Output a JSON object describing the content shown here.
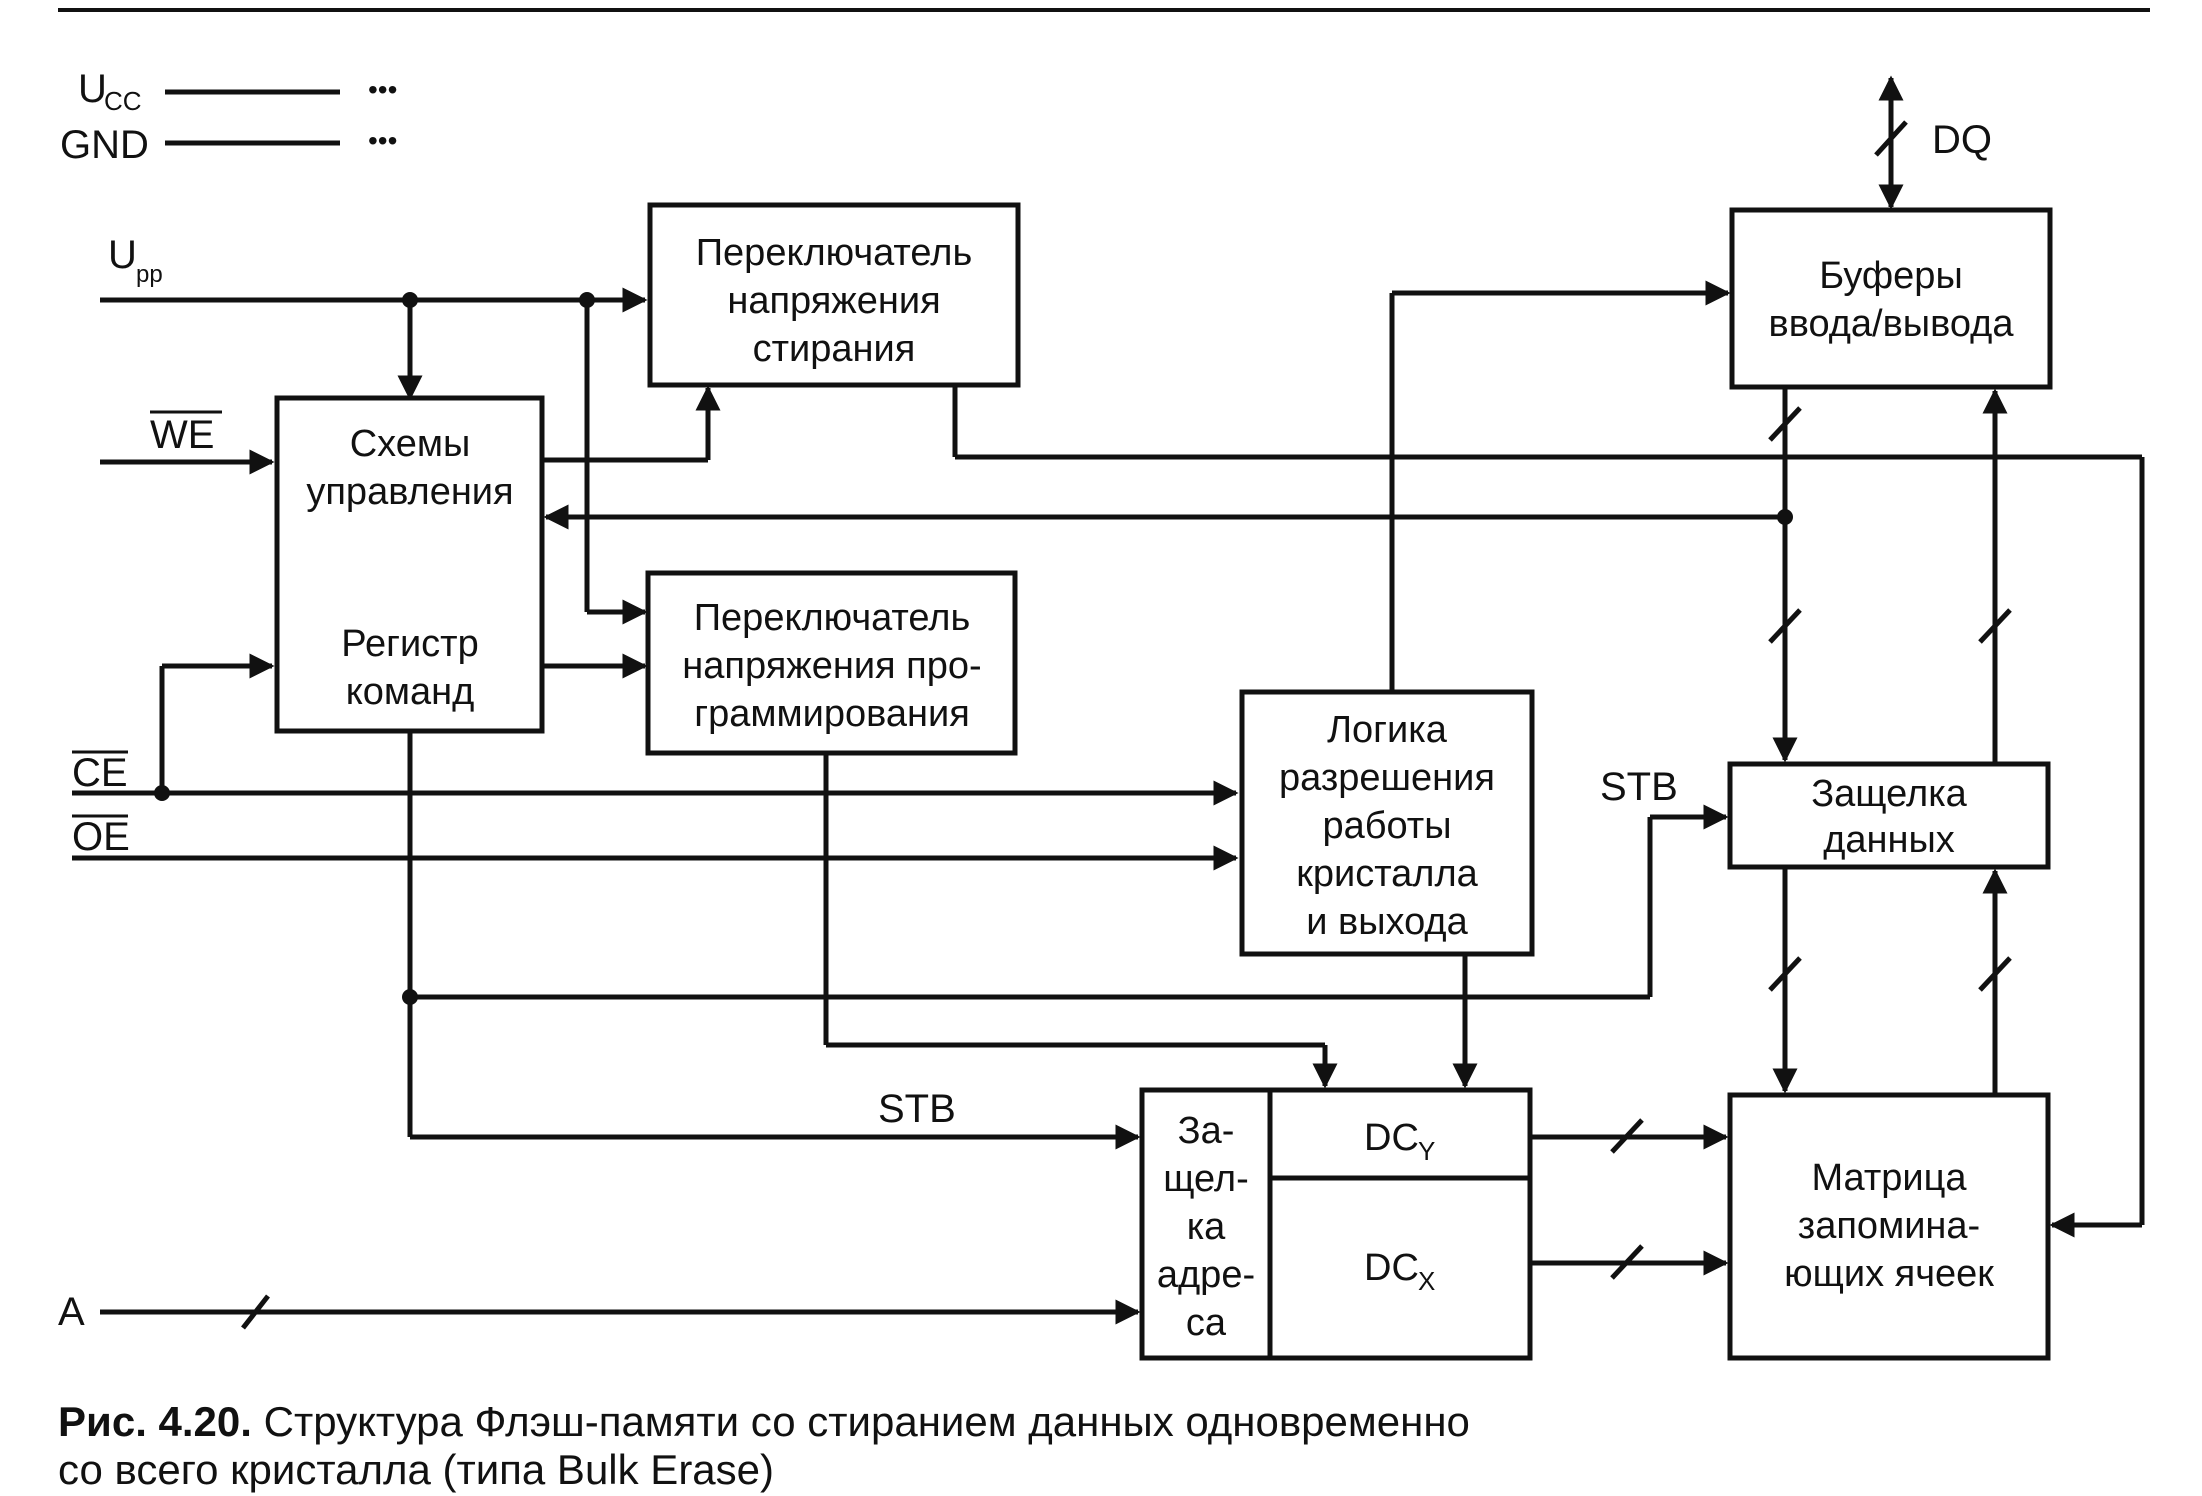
{
  "power": {
    "ucc": "U",
    "ucc_sub": "CC",
    "gnd": "GND",
    "dots": "•••",
    "upp": "U",
    "upp_sub": "pp"
  },
  "signals": {
    "we": "WE",
    "ce": "CE",
    "oe": "OE",
    "a": "A",
    "dq": "DQ",
    "stb_right": "STB",
    "stb_bottom": "STB"
  },
  "blocks": {
    "erase_switch": [
      "Переключатель",
      "напряжения",
      "стирания"
    ],
    "control": [
      "Схемы",
      "управления"
    ],
    "command_register": [
      "Регистр",
      "команд"
    ],
    "prog_switch": [
      "Переключатель",
      "напряжения про-",
      "граммирования"
    ],
    "enable_logic": [
      "Логика",
      "разрешения",
      "работы",
      "кристалла",
      "и выхода"
    ],
    "io_buffers": [
      "Буферы",
      "ввода/вывода"
    ],
    "data_latch": [
      "Защелка",
      "данных"
    ],
    "address_latch": [
      "За-",
      "щел-",
      "ка",
      "адре-",
      "са"
    ],
    "dcy": "DC",
    "dcy_sub": "Y",
    "dcx": "DC",
    "dcx_sub": "X",
    "matrix": [
      "Матрица",
      "запомина-",
      "ющих ячеек"
    ]
  },
  "caption": {
    "label": "Рис. 4.20.",
    "line1": " Структура Флэш-памяти со стиранием данных одновременно",
    "line2": "со всего кристалла (типа Bulk Erase)"
  }
}
